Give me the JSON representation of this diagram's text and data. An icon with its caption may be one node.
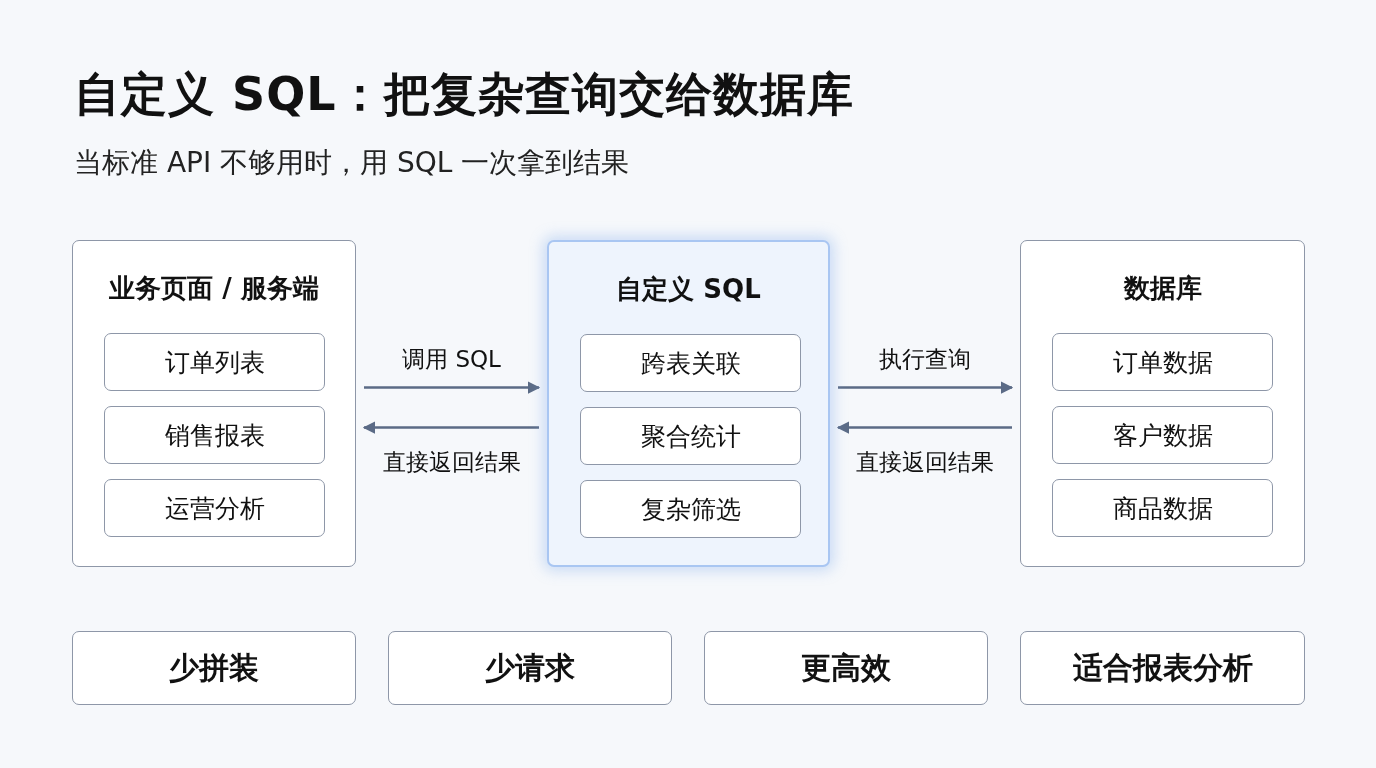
{
  "diagram": {
    "title": "自定义 SQL：把复杂查询交给数据库",
    "nodes": [
      {
        "text": [
          "业务页面 / 服务端"
        ]
      },
      {
        "text": [
          "订单列表"
        ],
        "in": 0
      },
      {
        "text": [
          "销售报表"
        ],
        "in": 0
      },
      {
        "text": [
          "运营分析"
        ],
        "in": 0
      },
      {
        "text": [
          "自定义 SQL"
        ]
      },
      {
        "text": [
          "跨表关联"
        ],
        "in": 4
      },
      {
        "text": [
          "聚合统计"
        ],
        "in": 4
      },
      {
        "text": [
          "复杂筛选"
        ],
        "in": 4
      },
      {
        "text": [
          "数据库"
        ]
      },
      {
        "text": [
          "订单数据"
        ],
        "in": 8
      },
      {
        "text": [
          "客户数据"
        ],
        "in": 8
      },
      {
        "text": [
          "商品数据"
        ],
        "in": 8
      },
      {
        "text": [
          "少拼装"
        ]
      },
      {
        "text": [
          "少请求"
        ]
      },
      {
        "text": [
          "更高效"
        ]
      },
      {
        "text": [
          "适合报表分析"
        ]
      }
    ],
    "edges": [
      {
        "from": 0,
        "to": 4,
        "arrow": "to",
        "label": "调用 SQL"
      },
      {
        "from": 4,
        "to": 0,
        "arrow": "to",
        "label": "直接返回结果"
      },
      {
        "from": 4,
        "to": 8,
        "arrow": "to",
        "label": "执行查询"
      },
      {
        "from": 8,
        "to": 4,
        "arrow": "to",
        "label": "直接返回结果"
      }
    ],
    "labels": [
      "当标准 API 不够用时，用 SQL 一次拿到结果"
    ]
  }
}
